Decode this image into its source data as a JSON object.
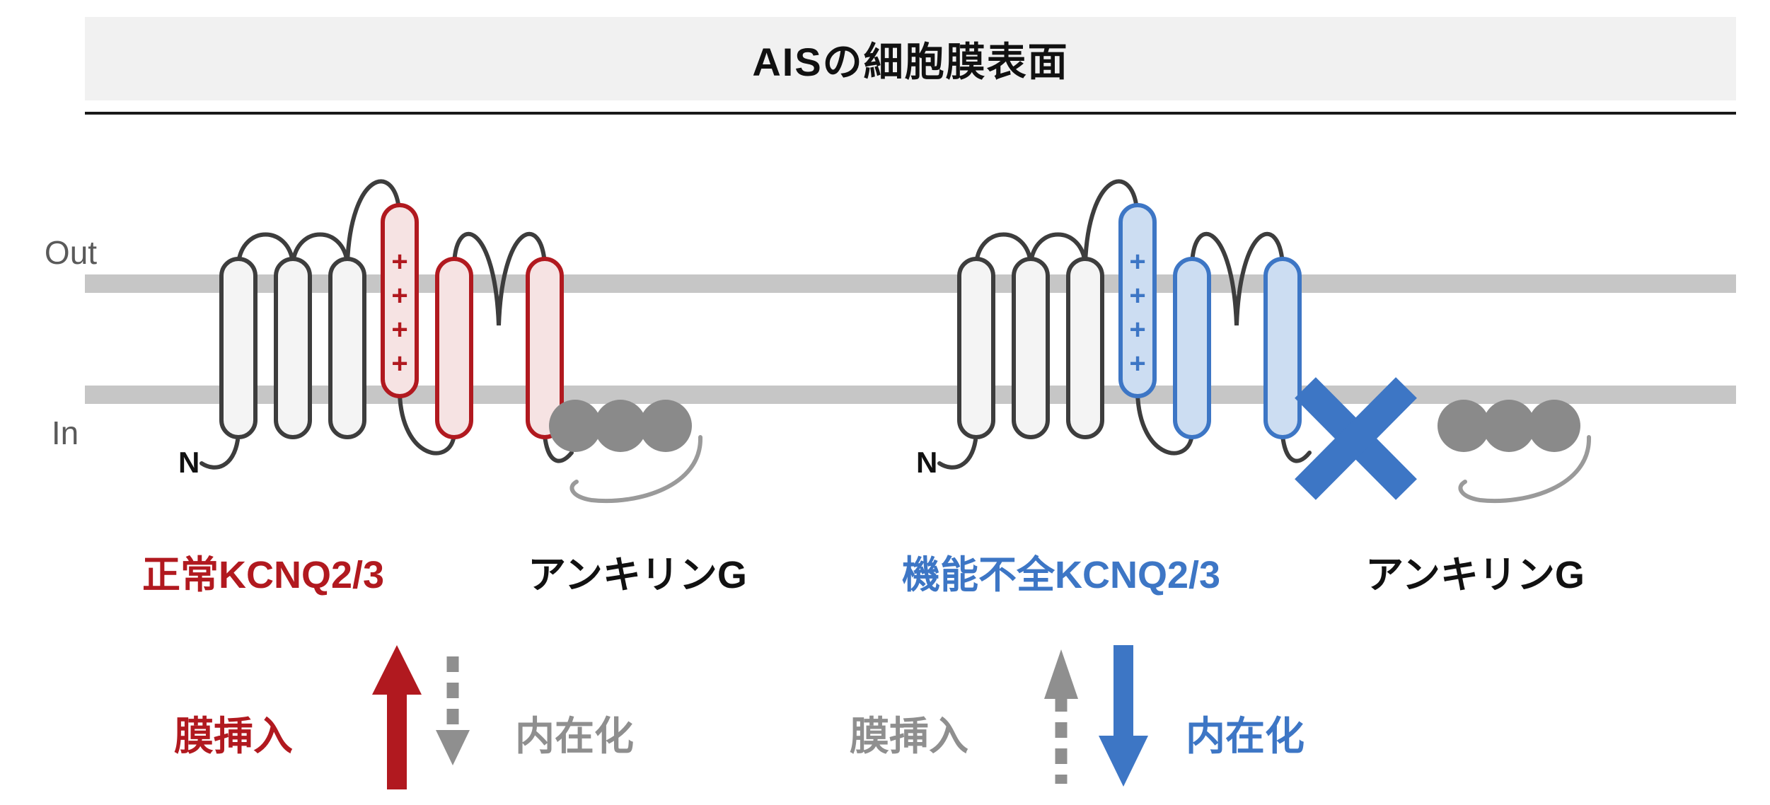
{
  "title": "AISの細胞膜表面",
  "membrane": {
    "out_label": "Out",
    "in_label": "In"
  },
  "left_panel": {
    "channel_label": "正常KCNQ2/3",
    "ankyrin_label": "アンキリンG",
    "n_terminus_label": "N",
    "voltage_sensor_charges": "++++",
    "insertion_label": "膜挿入",
    "internalization_label": "内在化"
  },
  "right_panel": {
    "channel_label": "機能不全KCNQ2/3",
    "ankyrin_label": "アンキリンG",
    "n_terminus_label": "N",
    "voltage_sensor_charges": "++++",
    "insertion_label": "膜挿入",
    "internalization_label": "内在化"
  },
  "colors": {
    "normal_accent": "#b1191f",
    "dysfunctional_accent": "#3d76c5",
    "membrane_gray": "#c6c6c6",
    "ankyrin_gray": "#8a8a8a",
    "outline_gray": "#3d3d3d",
    "muted_text_gray": "#8f8f8f",
    "title_bar_bg": "#f1f1f1"
  }
}
